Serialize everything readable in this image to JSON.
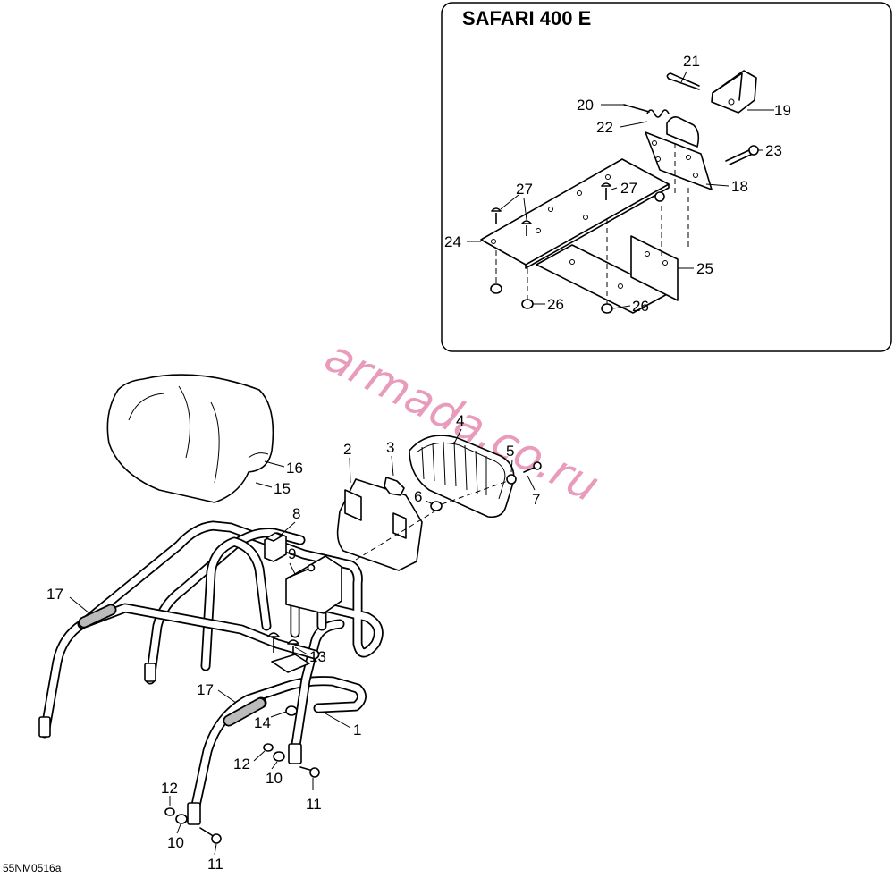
{
  "inset": {
    "title": "SAFARI 400 E",
    "labels": [
      "21",
      "19",
      "20",
      "22",
      "23",
      "18",
      "27",
      "27",
      "24",
      "25",
      "26",
      "26"
    ]
  },
  "main": {
    "labels": [
      "4",
      "2",
      "3",
      "5",
      "16",
      "15",
      "7",
      "6",
      "8",
      "9",
      "17",
      "13",
      "17",
      "14",
      "1",
      "12",
      "10",
      "11",
      "12",
      "10",
      "11"
    ]
  },
  "watermark": "armada.co.ru",
  "figure_code": "55NM0516a"
}
